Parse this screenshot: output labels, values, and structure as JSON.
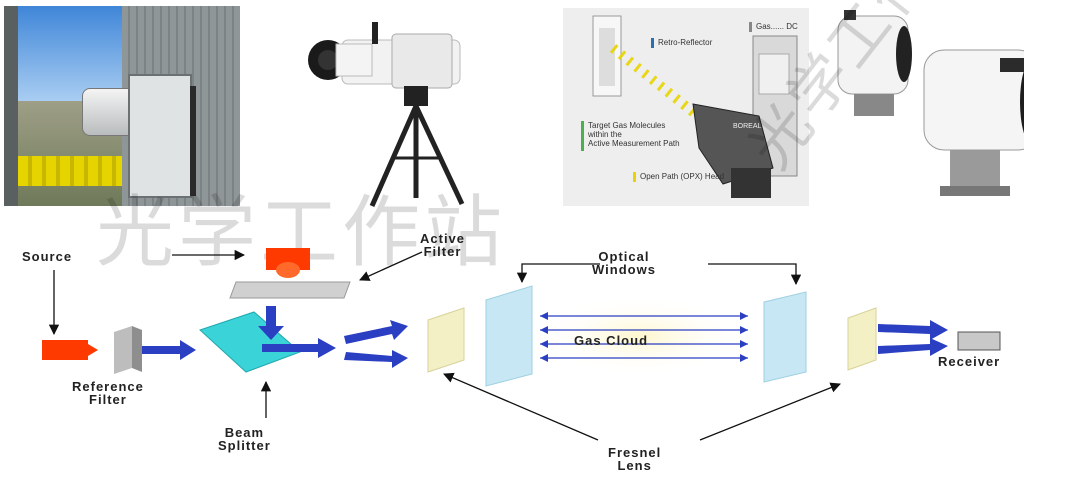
{
  "photos": {
    "site_photo": "",
    "tripod_photo": "",
    "panel_photo": {
      "callouts": [
        {
          "text": "Retro-Reflector",
          "color": "#2a6fb0"
        },
        {
          "text": "Gas...... DC",
          "color": "#888888"
        },
        {
          "text": "Target Gas Molecules\nwithin the\nActive Measurement Path",
          "color": "#4caf50"
        },
        {
          "text": "Open Path (OPX) Head",
          "color": "#e8d400"
        }
      ],
      "brand_text": "BOREAL"
    },
    "devices_photo": ""
  },
  "watermark": [
    "光学工作站",
    "光学工作站"
  ],
  "diagram": {
    "labels": {
      "source": "Source",
      "active_filter": [
        "Active",
        "Filter"
      ],
      "optical_windows": [
        "Optical",
        "Windows"
      ],
      "reference_filter": [
        "Reference",
        "Filter"
      ],
      "beam_splitter": [
        "Beam",
        "Splitter"
      ],
      "gas_cloud": "Gas Cloud",
      "receiver": "Receiver",
      "fresnel_lens": [
        "Fresnel",
        "Lens"
      ]
    },
    "colors": {
      "source": "#ff3a00",
      "active_filter_block": "#ff3a00",
      "beam_arrow": "#2b3fc2",
      "splitter": "#39d3d8",
      "window": "#c6e7f3",
      "lens": "#f4f0c6",
      "reference_filter": "#9a9a9a",
      "receiver": "#c8c8c8"
    }
  }
}
